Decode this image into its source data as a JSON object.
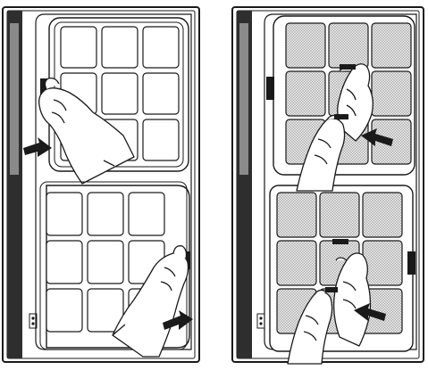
{
  "figure": {
    "panels": [
      {
        "id": "left",
        "state": "filters-released",
        "filter_texture": "open-grid"
      },
      {
        "id": "right",
        "state": "filters-pulled-out",
        "filter_texture": "fine-mesh"
      }
    ],
    "grid": {
      "rows": 3,
      "cols": 3
    },
    "colors": {
      "line": "#1a1a1a",
      "frame_fill": "#ffffff",
      "dark_band": "#3a3a3a",
      "mesh": "#bfbfbf",
      "arrow": "#1a1a1a"
    },
    "icons": [
      "hand-icon",
      "direction-arrow-icon",
      "latch-icon",
      "connector-icon"
    ]
  }
}
